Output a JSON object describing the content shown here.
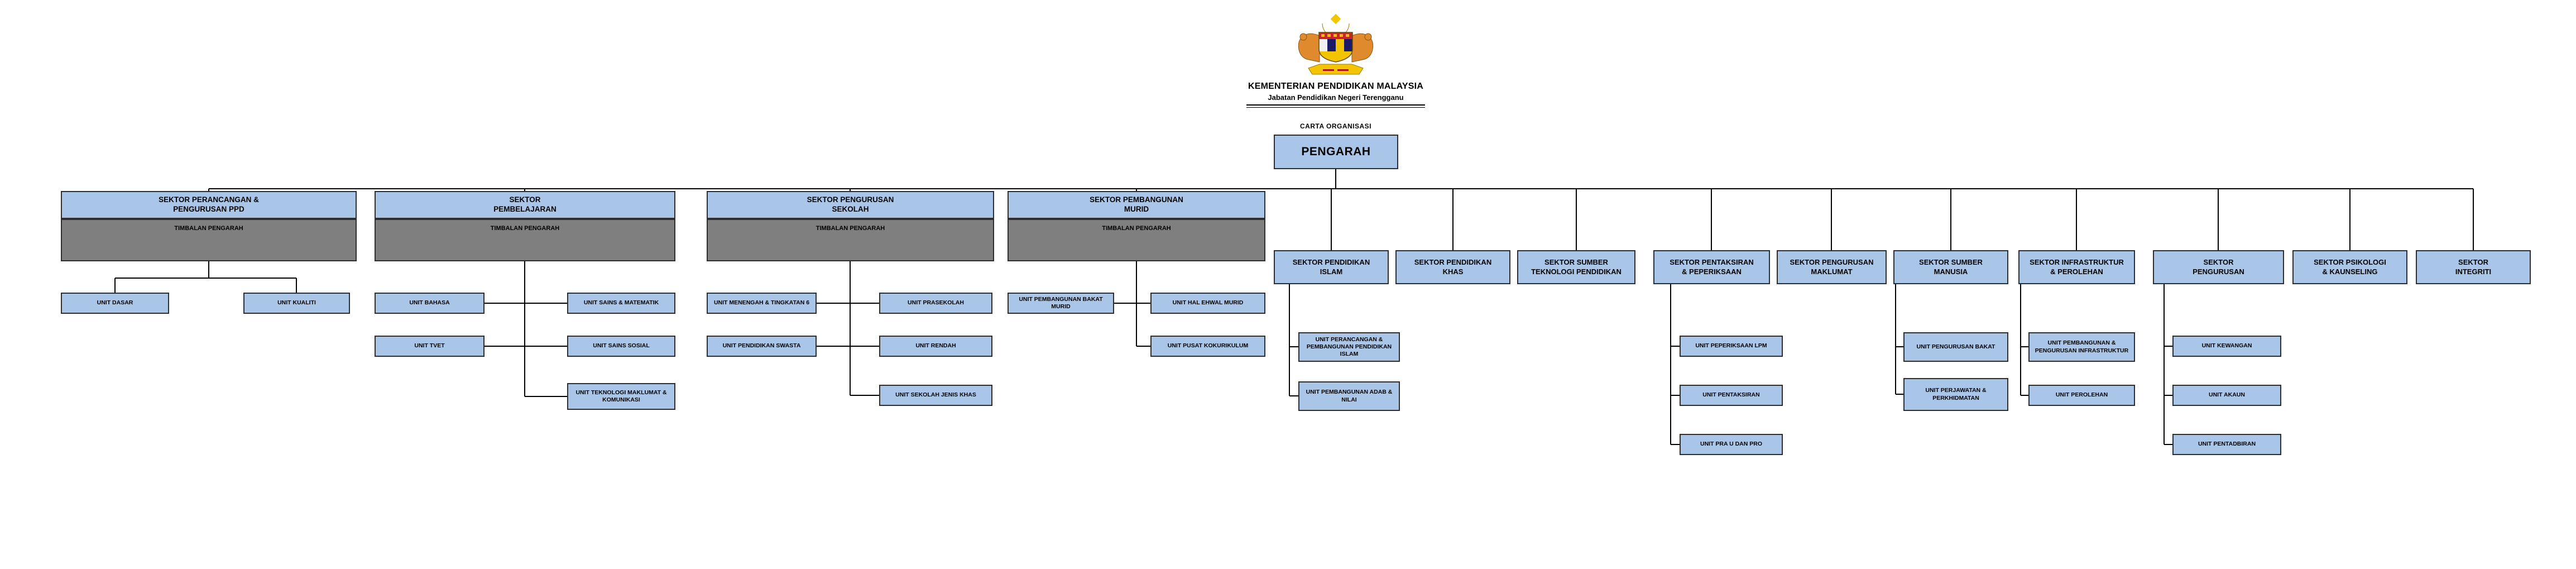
{
  "header": {
    "ministry": "KEMENTERIAN PENDIDIKAN MALAYSIA",
    "department": "Jabatan Pendidikan Negeri Terengganu",
    "chart_label": "CARTA ORGANISASI",
    "director": "PENGARAH"
  },
  "colors": {
    "box_fill": "#a9c6e8",
    "box_border": "#2e2e2e",
    "deputy_fill": "#7f7f7f",
    "connector": "#000000",
    "background": "#ffffff"
  },
  "left_sectors": [
    {
      "title": "SEKTOR PERANCANGAN &\nPENGURUSAN PPD",
      "deputy": "TIMBALAN PENGARAH",
      "left_units": [
        "UNIT DASAR"
      ],
      "right_units": [
        "UNIT KUALITI"
      ]
    },
    {
      "title": "SEKTOR\nPEMBELAJARAN",
      "deputy": "TIMBALAN PENGARAH",
      "left_units": [
        "UNIT BAHASA",
        "UNIT TVET"
      ],
      "right_units": [
        "UNIT SAINS & MATEMATIK",
        "UNIT SAINS SOSIAL",
        "UNIT TEKNOLOGI MAKLUMAT & KOMUNIKASI"
      ]
    },
    {
      "title": "SEKTOR PENGURUSAN\nSEKOLAH",
      "deputy": "TIMBALAN PENGARAH",
      "left_units": [
        "UNIT MENENGAH & TINGKATAN 6",
        "UNIT PENDIDIKAN SWASTA"
      ],
      "right_units": [
        "UNIT PRASEKOLAH",
        "UNIT RENDAH",
        "UNIT SEKOLAH JENIS KHAS"
      ]
    },
    {
      "title": "SEKTOR PEMBANGUNAN\nMURID",
      "deputy": "TIMBALAN PENGARAH",
      "left_units": [
        "UNIT PEMBANGUNAN BAKAT MURID"
      ],
      "right_units": [
        "UNIT HAL EHWAL MURID",
        "UNIT PUSAT KOKURIKULUM"
      ]
    }
  ],
  "right_sectors": [
    {
      "title": "SEKTOR PENDIDIKAN\nISLAM",
      "units": [
        "UNIT PERANCANGAN & PEMBANGUNAN PENDIDIKAN ISLAM",
        "UNIT PEMBANGUNAN ADAB & NILAI"
      ]
    },
    {
      "title": "SEKTOR PENDIDIKAN\nKHAS",
      "units": []
    },
    {
      "title": "SEKTOR SUMBER\nTEKNOLOGI PENDIDIKAN",
      "units": []
    },
    {
      "title": "SEKTOR PENTAKSIRAN\n& PEPERIKSAAN",
      "units": [
        "UNIT PEPERIKSAAN LPM",
        "UNIT PENTAKSIRAN",
        "UNIT PRA U DAN PRO"
      ]
    },
    {
      "title": "SEKTOR PENGURUSAN\nMAKLUMAT",
      "units": []
    },
    {
      "title": "SEKTOR SUMBER\nMANUSIA",
      "units": [
        "UNIT PENGURUSAN BAKAT",
        "UNIT PERJAWATAN & PERKHIDMATAN"
      ]
    },
    {
      "title": "SEKTOR INFRASTRUKTUR\n& PEROLEHAN",
      "units": [
        "UNIT PEMBANGUNAN & PENGURUSAN INFRASTRUKTUR",
        "UNIT PEROLEHAN"
      ]
    },
    {
      "title": "SEKTOR\nPENGURUSAN",
      "units": [
        "UNIT KEWANGAN",
        "UNIT AKAUN",
        "UNIT PENTADBIRAN"
      ]
    },
    {
      "title": "SEKTOR PSIKOLOGI\n& KAUNSELING",
      "units": []
    },
    {
      "title": "SEKTOR\nINTEGRITI",
      "units": []
    }
  ]
}
